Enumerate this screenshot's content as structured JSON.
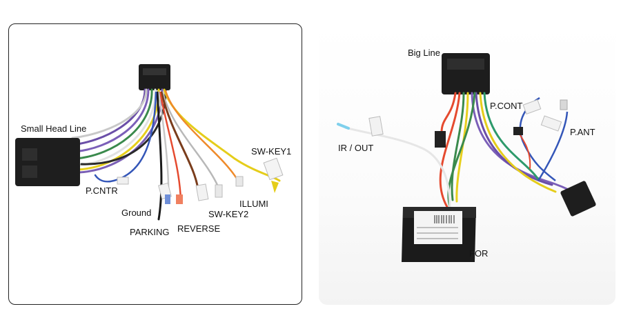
{
  "left_harness": {
    "labels": {
      "small_head_line": "Small Head Line",
      "p_cntr": "P.CNTR",
      "ground": "Ground",
      "parking": "PARKING",
      "reverse": "REVERSE",
      "sw_key2": "SW-KEY2",
      "illumi": "ILLUMI",
      "sw_key1": "SW-KEY1"
    }
  },
  "right_harness": {
    "labels": {
      "big_line": "Big Line",
      "p_cont": "P.CONT",
      "p_ant": "P.ANT",
      "ir_out": "IR / OUT",
      "for": "FOR"
    }
  }
}
